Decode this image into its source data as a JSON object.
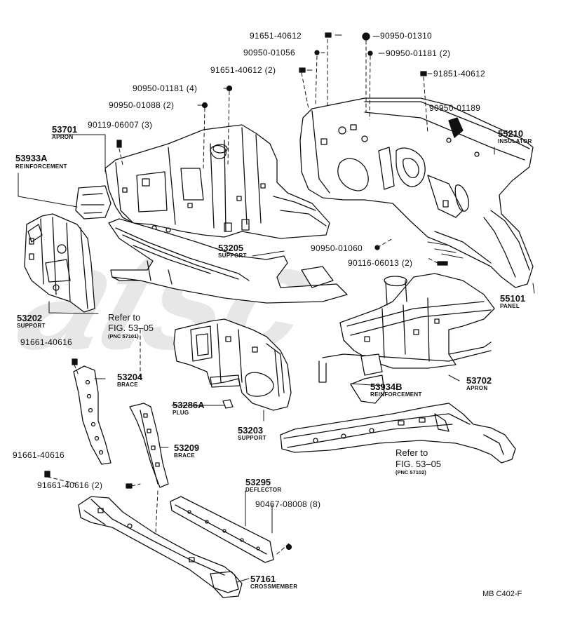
{
  "watermark": "atsc",
  "drawing_code": "MB C402-F",
  "parts": {
    "p55210": {
      "number": "55210",
      "name": "INSULATOR"
    },
    "p55101": {
      "number": "55101",
      "name": "PANEL"
    },
    "p53701": {
      "number": "53701",
      "name": "APRON"
    },
    "p53933a": {
      "number": "53933A",
      "name": "REINFORCEMENT"
    },
    "p53205": {
      "number": "53205",
      "name": "SUPPORT"
    },
    "p53202": {
      "number": "53202",
      "name": "SUPPORT"
    },
    "p53204": {
      "number": "53204",
      "name": "BRACE"
    },
    "p53286a": {
      "number": "53286A",
      "name": "PLUG"
    },
    "p53203": {
      "number": "53203",
      "name": "SUPPORT"
    },
    "p53209": {
      "number": "53209",
      "name": "BRACE"
    },
    "p53934b": {
      "number": "53934B",
      "name": "REINFORCEMENT"
    },
    "p53702": {
      "number": "53702",
      "name": "APRON"
    },
    "p53295": {
      "number": "53295",
      "name": "DEFLECTOR"
    },
    "p57161": {
      "number": "57161",
      "name": "CROSSMEMBER"
    }
  },
  "fasteners": {
    "f_9165140612_top": "91651-40612",
    "f_9095001310": "90950-01310",
    "f_9095001056": "90950-01056",
    "f_9095001181_2": "90950-01181 (2)",
    "f_9165140612_2": "91651-40612 (2)",
    "f_9185140612": "91851-40612",
    "f_9095001181_4": "90950-01181 (4)",
    "f_9095001088_2": "90950-01088 (2)",
    "f_9095001189": "90950-01189",
    "f_9011906007_3": "90119-06007 (3)",
    "f_9095001060": "90950-01060",
    "f_9011606013_2": "90116-06013 (2)",
    "f_9166140616_a": "91661-40616",
    "f_9166140616_b": "91661-40616",
    "f_9166140616_2": "91661-40616 (2)",
    "f_9046708008_8": "90467-08008 (8)"
  },
  "refs": {
    "ref1": {
      "line1": "Refer to",
      "line2": "FIG. 53–05",
      "pnc": "(PNC 57101)"
    },
    "ref2": {
      "line1": "Refer to",
      "line2": "FIG. 53–05",
      "pnc": "(PNC 57102)"
    }
  }
}
